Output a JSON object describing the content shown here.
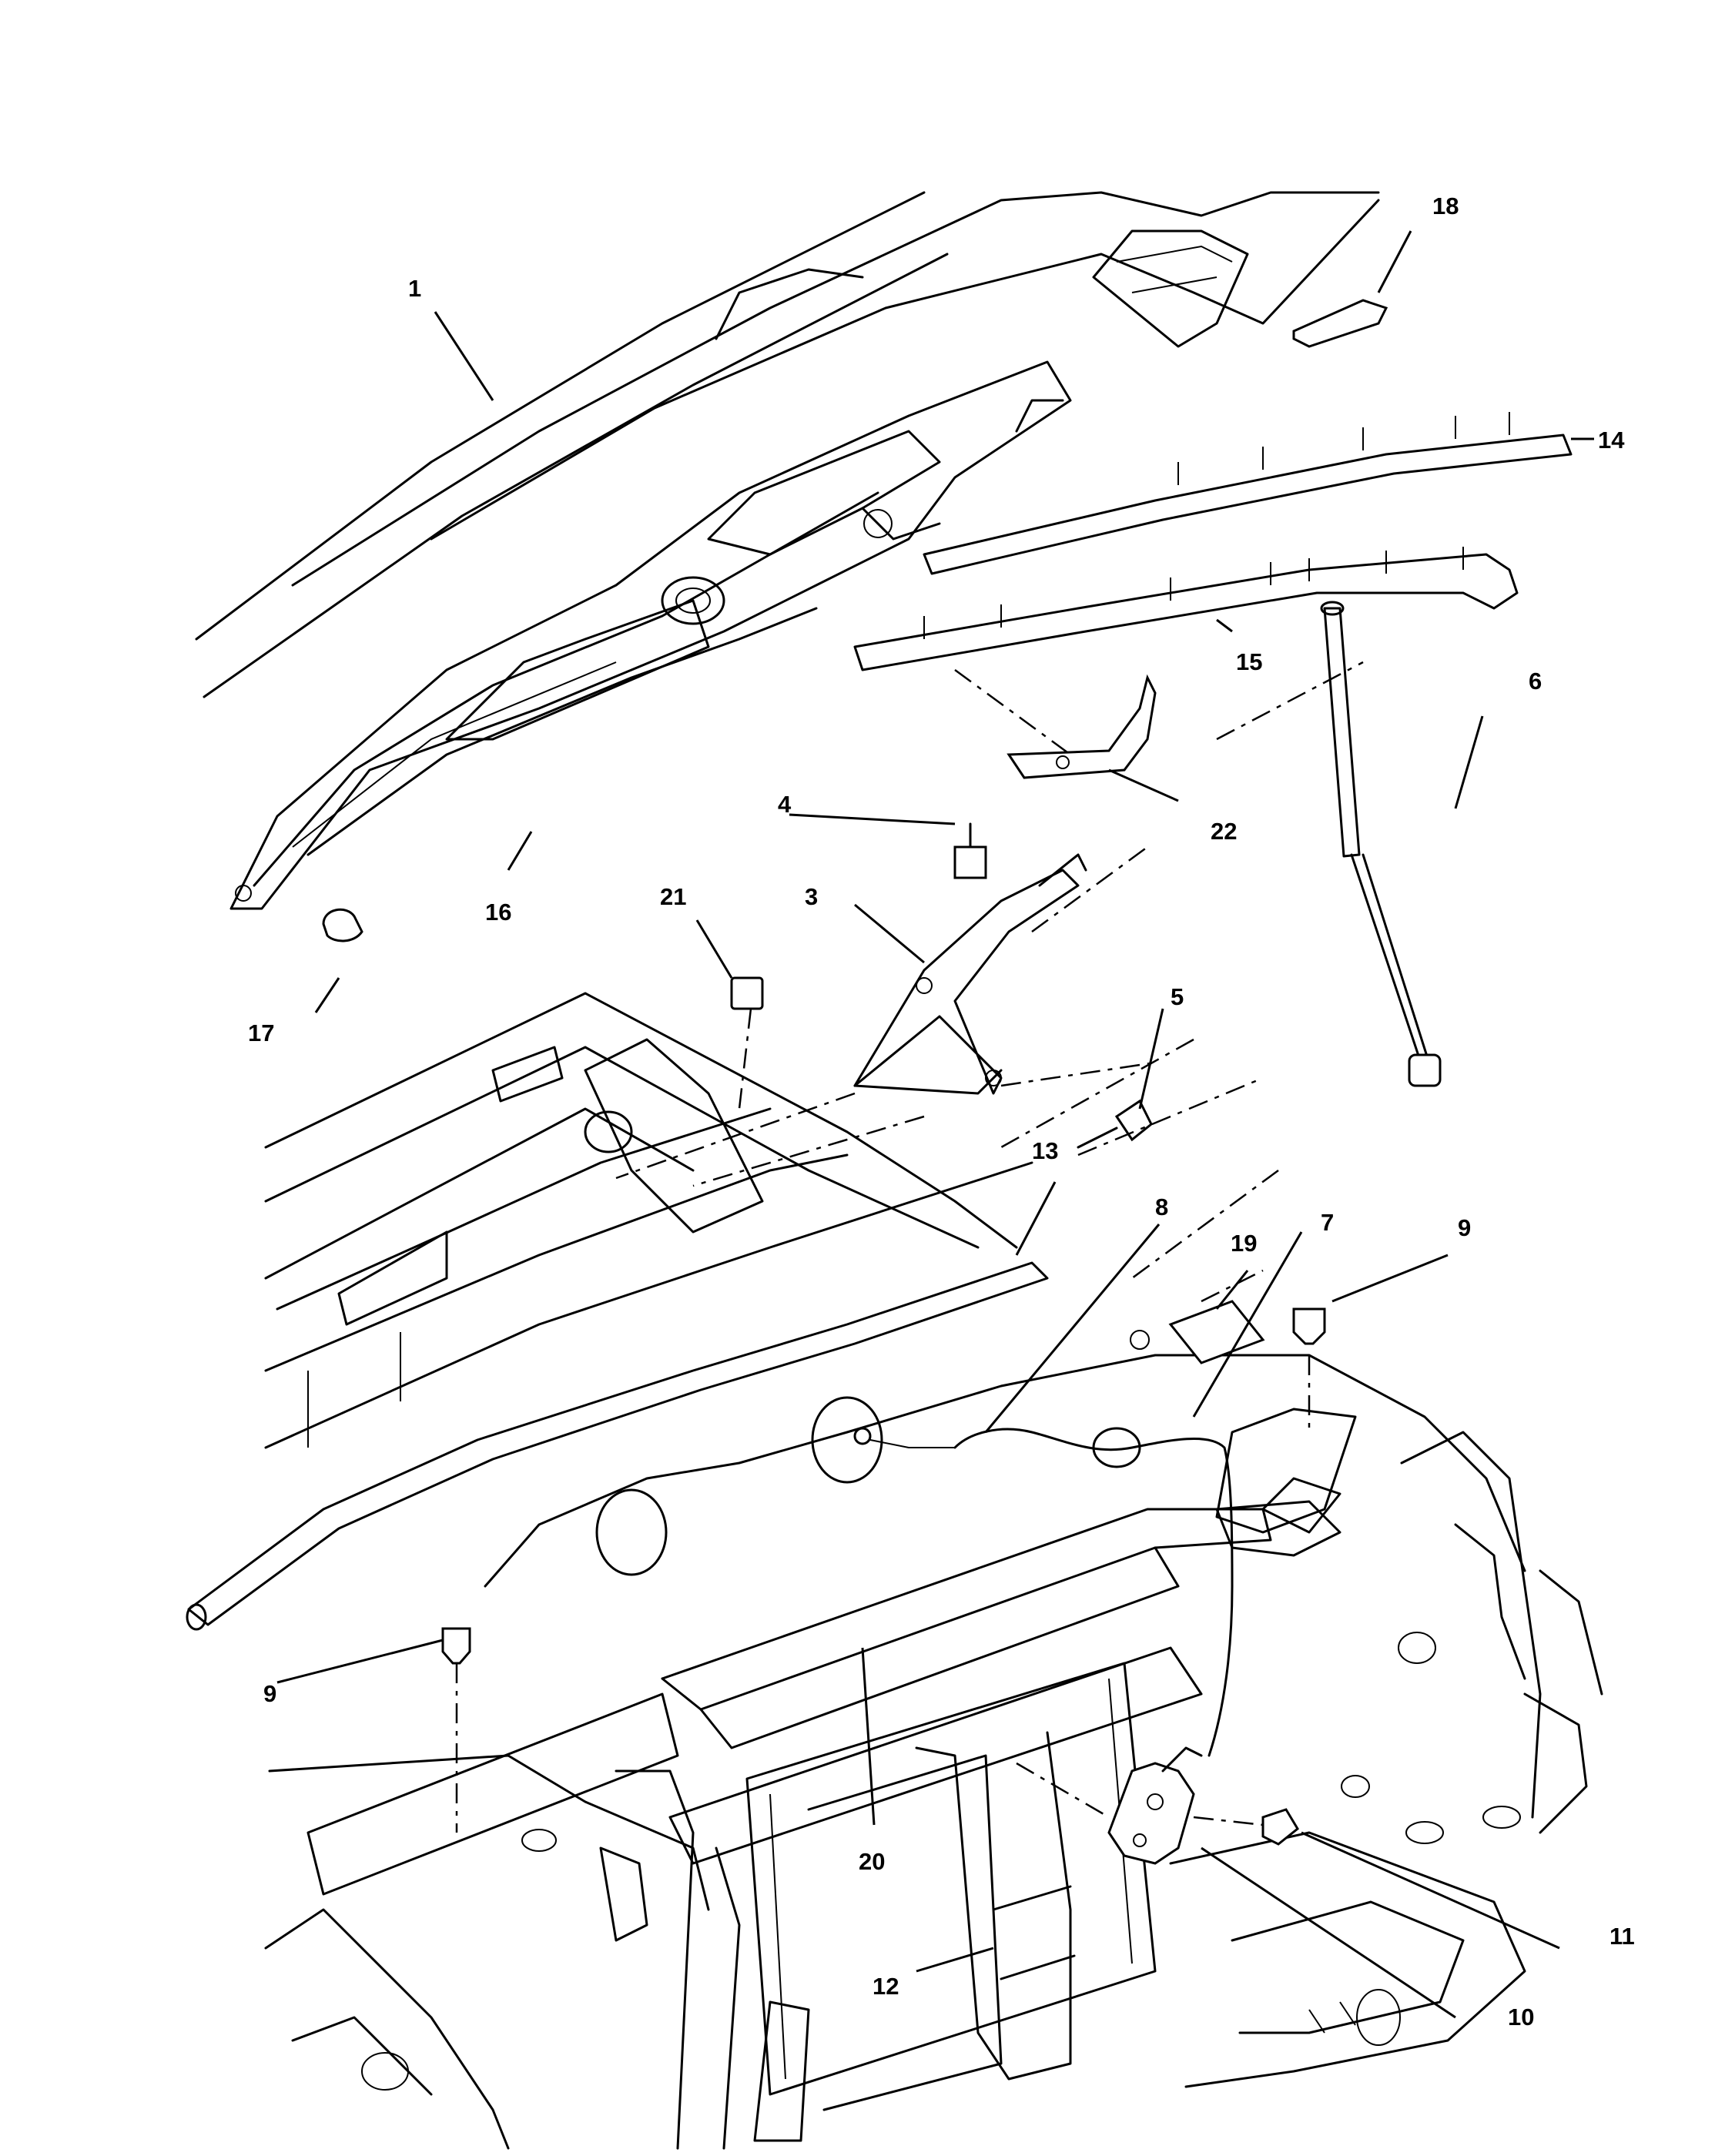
{
  "callouts": [
    {
      "id": "c1",
      "label": "1"
    },
    {
      "id": "c3",
      "label": "3"
    },
    {
      "id": "c4",
      "label": "4"
    },
    {
      "id": "c5",
      "label": "5"
    },
    {
      "id": "c6",
      "label": "6"
    },
    {
      "id": "c7",
      "label": "7"
    },
    {
      "id": "c8",
      "label": "8"
    },
    {
      "id": "c9a",
      "label": "9"
    },
    {
      "id": "c9b",
      "label": "9"
    },
    {
      "id": "c10",
      "label": "10"
    },
    {
      "id": "c11",
      "label": "11"
    },
    {
      "id": "c12",
      "label": "12"
    },
    {
      "id": "c13",
      "label": "13"
    },
    {
      "id": "c14",
      "label": "14"
    },
    {
      "id": "c15",
      "label": "15"
    },
    {
      "id": "c16",
      "label": "16"
    },
    {
      "id": "c17",
      "label": "17"
    },
    {
      "id": "c18",
      "label": "18"
    },
    {
      "id": "c19",
      "label": "19"
    },
    {
      "id": "c20",
      "label": "20"
    },
    {
      "id": "c21",
      "label": "21"
    },
    {
      "id": "c22",
      "label": "22"
    }
  ]
}
